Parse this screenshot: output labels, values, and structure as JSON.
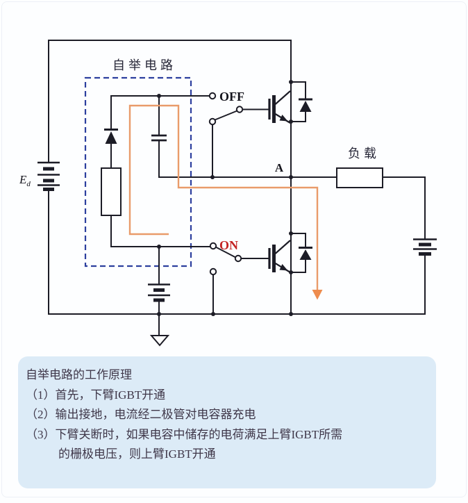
{
  "circuit": {
    "labels": {
      "bootstrap_box": "自举电路",
      "switch_off": "OFF",
      "switch_on": "ON",
      "node_a": "A",
      "supply_main": "E",
      "supply_sub": "d",
      "load": "负载"
    },
    "colors": {
      "wire": "#1c1c26",
      "dashed_box": "#2c3f9e",
      "current_path": "#e99b6a",
      "current_arrowhead": "#ee8c4e",
      "on_label": "#c32222",
      "panel_bg": "#dcebf7",
      "panel_text": "#3f3749"
    }
  },
  "explanation": {
    "title": "自举电路的工作原理",
    "steps": [
      {
        "text": "（1）首先，下臂IGBT开通",
        "indent": false
      },
      {
        "text": "（2）输出接地，电流经二极管对电容器充电",
        "indent": false
      },
      {
        "text": "（3）下臂关断时，如果电容中储存的电荷满足上臂IGBT所需",
        "indent": false
      },
      {
        "text": "的栅极电压，则上臂IGBT开通",
        "indent": true
      }
    ]
  }
}
